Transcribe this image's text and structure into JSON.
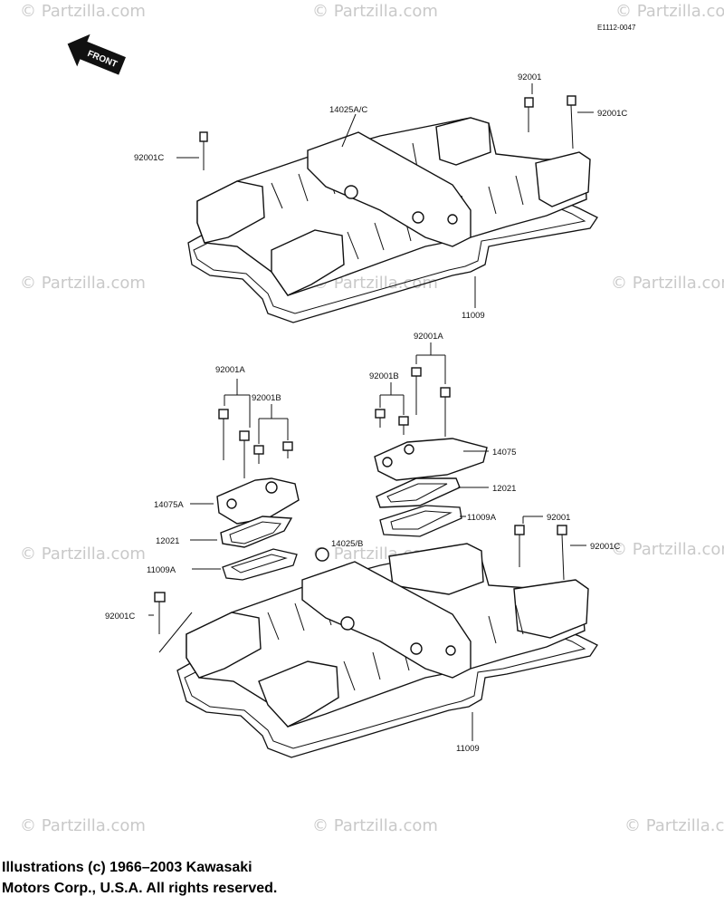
{
  "diagram_code": "E1112-0047",
  "front_label": "FRONT",
  "watermark_text": "© Partzilla.com",
  "labels_upper": {
    "bolt_92001": "92001",
    "bolt_92001c_right": "92001C",
    "cover": "14025A/C",
    "bolt_92001c_left": "92001C",
    "gasket": "11009"
  },
  "labels_lower": {
    "bolt_92001a_left": "92001A",
    "bolt_92001b_left": "92001B",
    "cap_14075a": "14075A",
    "plate_12021_left": "12021",
    "gasket_11009a_left": "11009A",
    "bolt_92001c_left": "92001C",
    "bolt_92001a_right": "92001A",
    "bolt_92001b_right": "92001B",
    "cap_14075": "14075",
    "plate_12021_right": "12021",
    "gasket_11009a_right": "11009A",
    "cover": "14025/B",
    "bolt_92001": "92001",
    "bolt_92001c_right": "92001C",
    "gasket": "11009"
  },
  "copyright_line1": "Illustrations (c) 1966–2003 Kawasaki",
  "copyright_line2": "Motors Corp., U.S.A.  All rights reserved."
}
